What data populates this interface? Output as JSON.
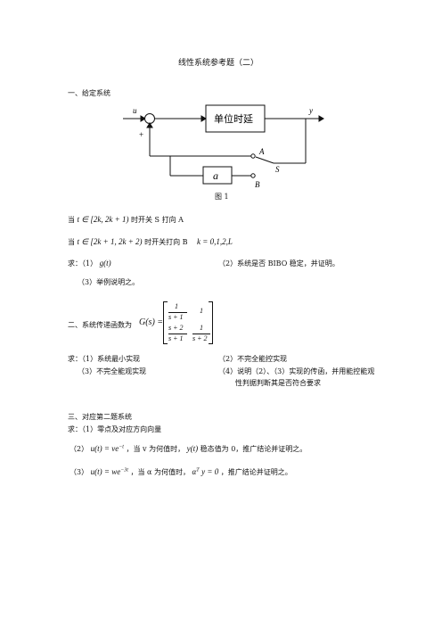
{
  "title": "线性系统参考题（二）",
  "q1": {
    "heading": "一、给定系统",
    "diagram": {
      "input": "u",
      "output": "y",
      "plus": "+",
      "delay_label": "单位时延",
      "gain": "a",
      "switch_a": "A",
      "switch_b": "B",
      "switch": "S",
      "caption": "图 1"
    },
    "cond_a_pre": "当",
    "cond_a_math": "t ∈ [2k, 2k + 1)",
    "cond_a_post": "时开关 S 打向 A",
    "cond_b_pre": "当",
    "cond_b_math": "t ∈ [2k + 1, 2k + 2)",
    "cond_b_post": "时开关打向 B",
    "cond_b_k": "k = 0,1,2,L",
    "ask1_label": "求：（1）",
    "ask1_math": "g(t)",
    "ask2": "（2）系统是否 BIBO 稳定，并证明。",
    "ask3": "（3）举例说明之。"
  },
  "q2": {
    "prefix": "二、系统传递函数为",
    "G_label": "G(s) =",
    "m11_num": "1",
    "m11_den": "s + 1",
    "m12": "1",
    "m21_num": "s + 2",
    "m21_den": "s + 1",
    "m22_num": "1",
    "m22_den": "s + 2",
    "ask1": "求：（1）系统最小实现",
    "ask2": "（2）不完全能控实现",
    "ask3": "（3）不完全能观实现",
    "ask4_line1": "（4）说明（2）、（3）实现的传函，并用能控能观",
    "ask4_line2": "性判据判断其是否符合要求"
  },
  "q3": {
    "heading": "三、对应第二题系统",
    "ask1": "求：（1）零点及对应方向向量",
    "ask2_label": "（2）",
    "ask2_math": "u(t) = ve",
    "ask2_exp": "−t",
    "ask2_mid": "，当 v 为何值时，",
    "ask2_y": "y(t)",
    "ask2_post": "稳态值为 0，推广结论并证明之。",
    "ask3_label": "（3）",
    "ask3_math": "u(t) = we",
    "ask3_exp": "−3t",
    "ask3_mid": "，当 α 为何值时，",
    "ask3_eq": "α",
    "ask3_eq_sup": "T",
    "ask3_eq_post": "y = 0",
    "ask3_post": "，推广结论并证明之。"
  }
}
